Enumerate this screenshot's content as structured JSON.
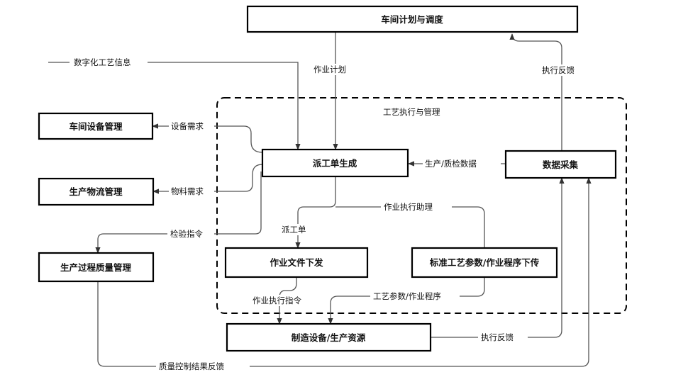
{
  "diagram": {
    "boxes": {
      "workshop_plan": "车间计划与调度",
      "equipment_mgmt": "车间设备管理",
      "logistics_mgmt": "生产物流管理",
      "quality_mgmt": "生产过程质量管理",
      "work_order_gen": "派工单生成",
      "data_collection": "数据采集",
      "doc_release": "作业文件下发",
      "param_download": "标准工艺参数/作业程序下传",
      "manufacturing": "制造设备/生产资源"
    },
    "region_label": "工艺执行与管理",
    "labels": {
      "digital_process_info": "数字化工艺信息",
      "work_plan": "作业计划",
      "exec_feedback_top": "执行反馈",
      "equipment_demand": "设备需求",
      "material_demand": "物料需求",
      "prod_quality_data": "生产/质检数据",
      "inspection_cmd": "检验指令",
      "work_exec_assist": "作业执行助理",
      "work_order": "派工单",
      "work_exec_cmd": "作业执行指令",
      "process_params": "工艺参数/作业程序",
      "exec_feedback_bottom": "执行反馈",
      "qc_feedback": "质量控制结果反馈"
    }
  }
}
